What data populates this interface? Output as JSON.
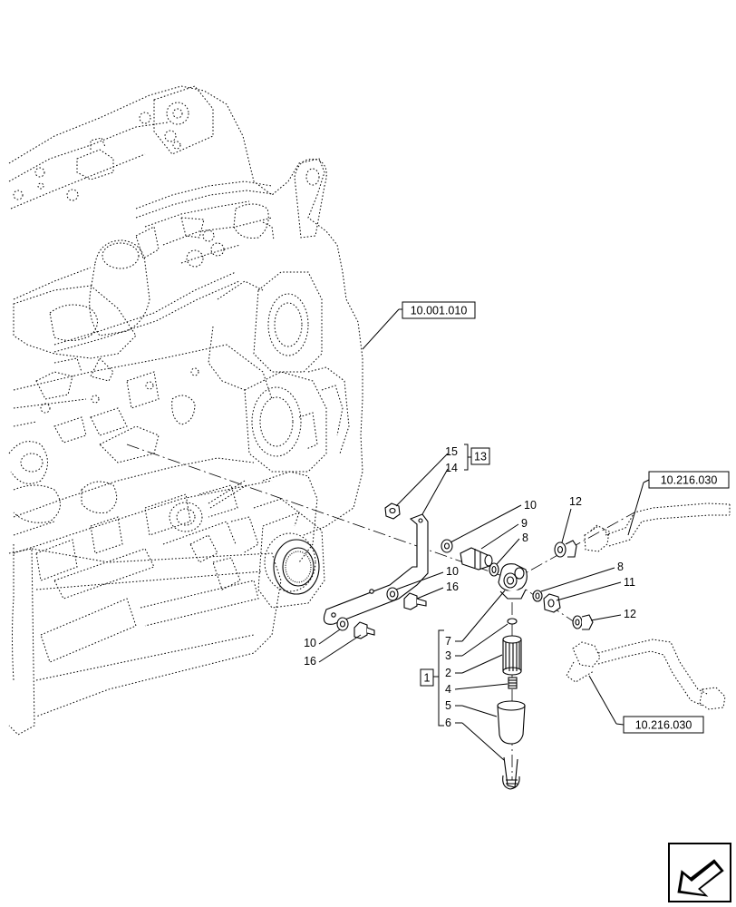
{
  "references": {
    "engine_ref": "10.001.010",
    "hose_ref_top": "10.216.030",
    "hose_ref_bottom": "10.216.030"
  },
  "group_labels": {
    "kit_13": "13",
    "kit_1": "1"
  },
  "callouts": {
    "c15": "15",
    "c14": "14",
    "c10a": "10",
    "c9": "9",
    "c8a": "8",
    "c12a": "12",
    "c10b": "10",
    "c16a": "16",
    "c10c": "10",
    "c16b": "16",
    "c8b": "8",
    "c11": "11",
    "c12b": "12",
    "c7": "7",
    "c3": "3",
    "c2": "2",
    "c4": "4",
    "c5": "5",
    "c6": "6"
  },
  "icons": {
    "nav": "next-page-arrow-icon"
  }
}
